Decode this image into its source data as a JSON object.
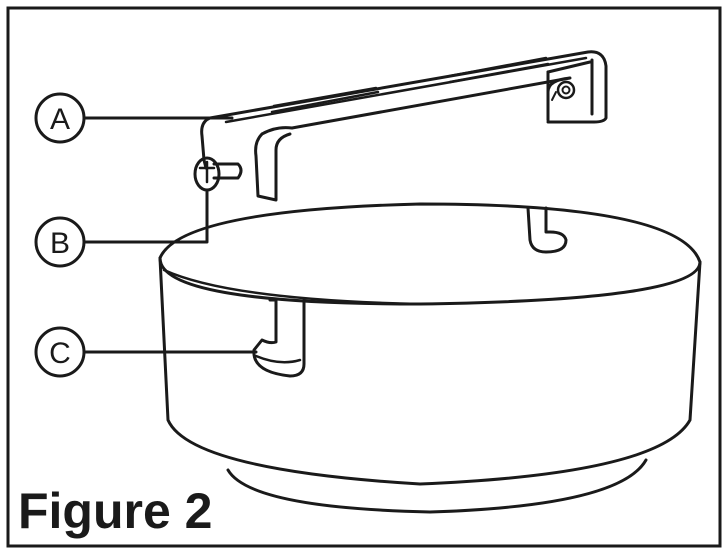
{
  "callouts": [
    {
      "letter": "A",
      "part": "mounting-bracket"
    },
    {
      "letter": "B",
      "part": "screw"
    },
    {
      "letter": "C",
      "part": "keyhole-slot"
    }
  ],
  "caption": "Figure 2",
  "colors": {
    "ink": "#1a1a1a",
    "background": "#ffffff"
  }
}
